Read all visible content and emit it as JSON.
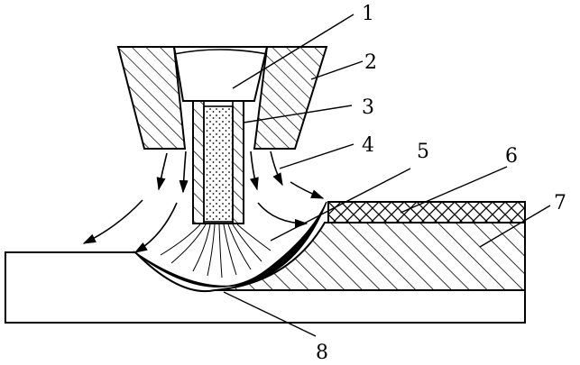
{
  "diagram": {
    "callouts": [
      {
        "id": "c1",
        "label": "1"
      },
      {
        "id": "c2",
        "label": "2"
      },
      {
        "id": "c3",
        "label": "3"
      },
      {
        "id": "c4",
        "label": "4"
      },
      {
        "id": "c5",
        "label": "5"
      },
      {
        "id": "c6",
        "label": "6"
      },
      {
        "id": "c7",
        "label": "7"
      },
      {
        "id": "c8",
        "label": "8"
      }
    ],
    "colors": {
      "ink": "#000000",
      "paper": "#ffffff"
    }
  }
}
